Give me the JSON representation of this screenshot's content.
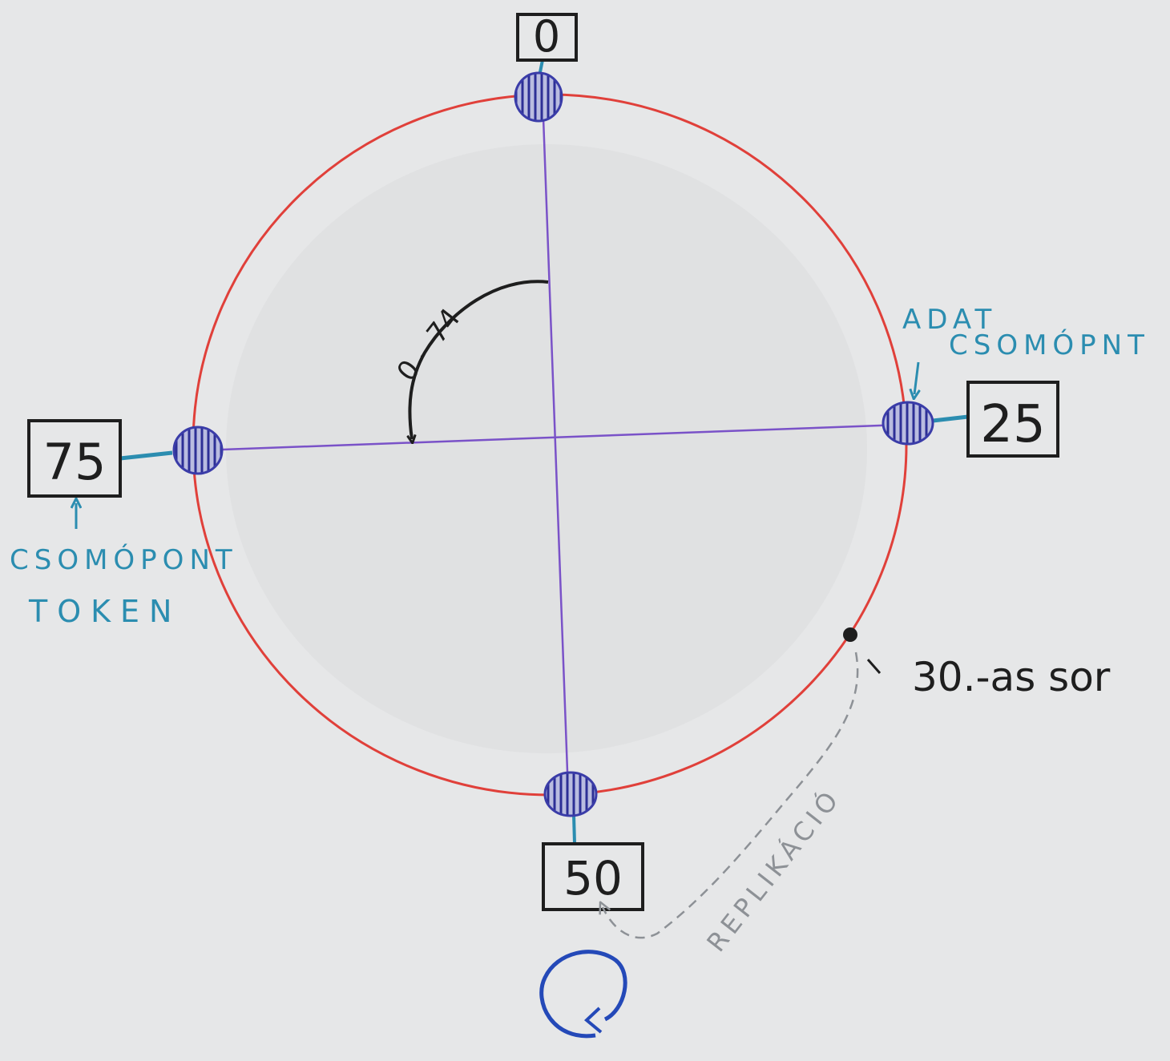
{
  "colors": {
    "paper": "#e6e7e8",
    "ring": "#e0403a",
    "axis": "#7a52c8",
    "node": "#3a3ca8",
    "node_fill": "#b9bce0",
    "teal": "#2b8db0",
    "ink": "#1e1e1e",
    "pencil": "#8d9196",
    "loop": "#2449b8"
  },
  "tokens": {
    "top": "0",
    "right": "25",
    "bottom": "50",
    "left": "75"
  },
  "range_label": "0 – 74",
  "data_node_label": {
    "line1": "ADAT",
    "line2": "CSOMÓPNT"
  },
  "token_label": {
    "line1": "CSOMÓPONT",
    "line2": "TOKEN"
  },
  "row_label": "30.-as sor",
  "replication_label": "REPLIKÁCIÓ",
  "icons": {
    "node_marker": "hatched-circle-icon",
    "arrow": "arrow-icon",
    "loop": "loop-arrow-icon"
  }
}
